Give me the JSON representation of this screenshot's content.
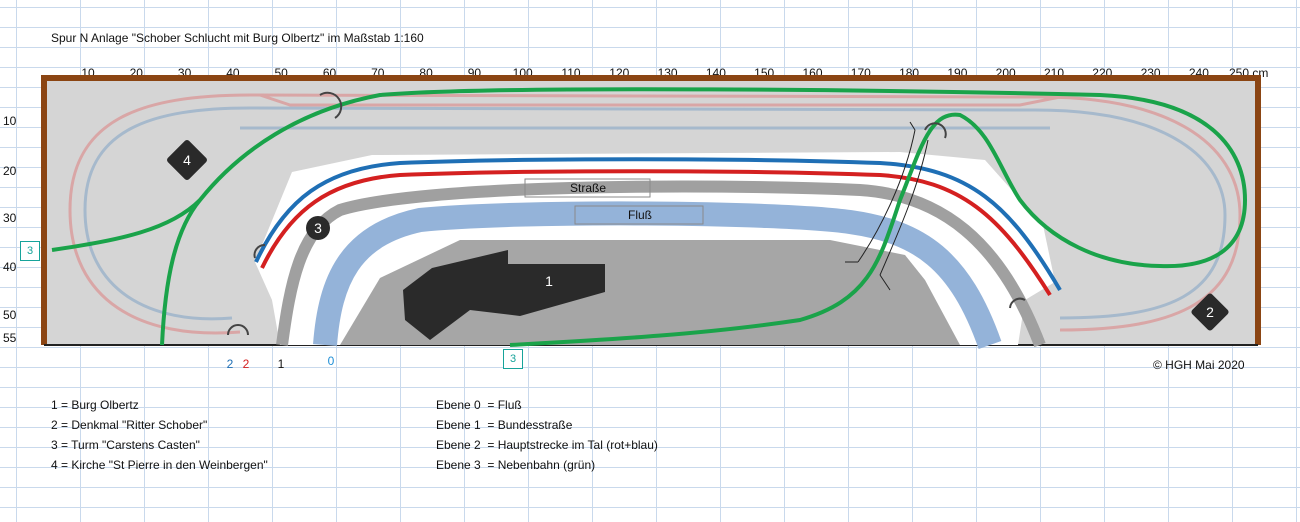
{
  "title": "Spur N Anlage \"Schober Schlucht mit Burg Olbertz\" im Maßstab 1:160",
  "x_axis": {
    "ticks": [
      "10",
      "20",
      "30",
      "40",
      "50",
      "60",
      "70",
      "80",
      "90",
      "100",
      "110",
      "120",
      "130",
      "140",
      "150",
      "160",
      "170",
      "180",
      "190",
      "200",
      "210",
      "220",
      "230",
      "240"
    ],
    "last_tick": "250 cm"
  },
  "y_axis": {
    "ticks": [
      "10",
      "20",
      "30",
      "40",
      "50",
      "55"
    ]
  },
  "labels": {
    "strasse": "Straße",
    "fluss": "Fluß",
    "marker1": "1",
    "marker2": "2",
    "marker3": "3",
    "marker4": "4",
    "box3_left": "3",
    "box3_bottom": "3"
  },
  "bottom_labels": [
    {
      "text": "2",
      "color": "#1f6fb5"
    },
    {
      "text": "2",
      "color": "#d42020"
    },
    {
      "text": "1",
      "color": "#111111"
    },
    {
      "text": "0",
      "color": "#1f8fd6"
    }
  ],
  "copyright": "© HGH Mai 2020",
  "legend_left": [
    "1 = Burg Olbertz",
    "2 = Denkmal \"Ritter Schober\"",
    "3 = Turm \"Carstens Casten\"",
    "4 = Kirche \"St Pierre in den Weinbergen\""
  ],
  "legend_right": [
    "Ebene 0  = Fluß",
    "Ebene 1  = Bundesstraße",
    "Ebene 2  = Hauptstrecke im Tal (rot+blau)",
    "Ebene 3  = Nebenbahn (grün)"
  ],
  "colors": {
    "frame": "#8b4513",
    "board": "#d5d5d5",
    "valley": "#ffffff",
    "rock": "#a6a6a6",
    "river": "#94b3d9",
    "road": "#a0a0a0",
    "track_red": "#d42020",
    "track_blue": "#1f6fb5",
    "track_green": "#1aa34a",
    "track_ghost_red": "#d9a6a6",
    "track_ghost_blue": "#a6b9cc"
  }
}
